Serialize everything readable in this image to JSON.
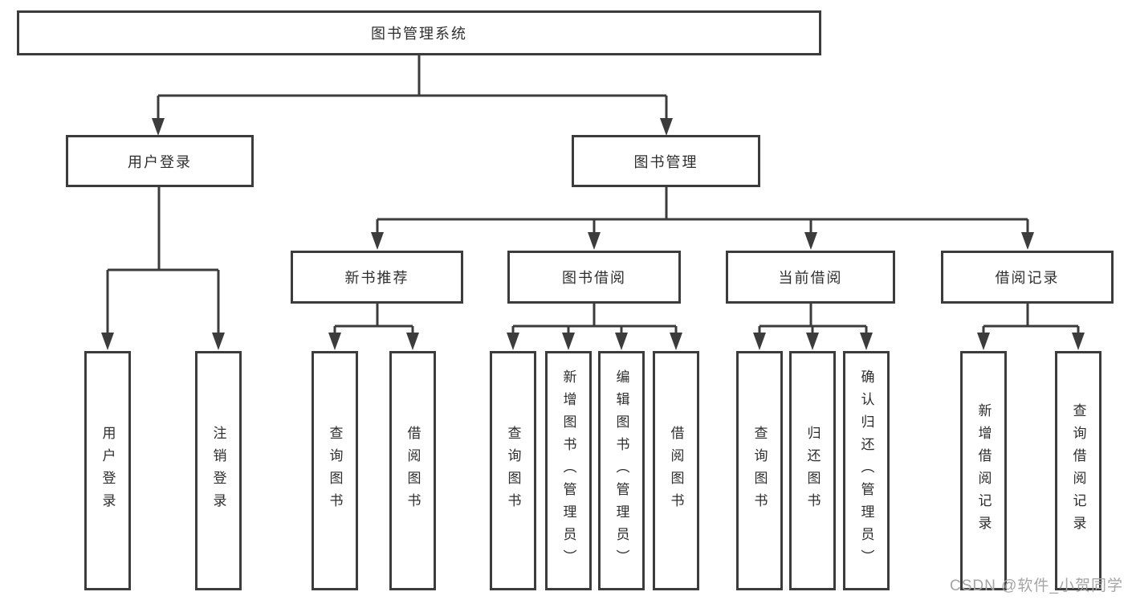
{
  "diagram": {
    "root_label": "图书管理系统",
    "level2": [
      {
        "label": "用户登录"
      },
      {
        "label": "图书管理"
      }
    ],
    "level3": [
      {
        "label": "新书推荐",
        "parent": "图书管理"
      },
      {
        "label": "图书借阅",
        "parent": "图书管理"
      },
      {
        "label": "当前借阅",
        "parent": "图书管理"
      },
      {
        "label": "借阅记录",
        "parent": "图书管理"
      }
    ],
    "leaves": [
      {
        "label": "用户登录",
        "parent": "用户登录"
      },
      {
        "label": "注销登录",
        "parent": "用户登录"
      },
      {
        "label": "查询图书",
        "parent": "新书推荐"
      },
      {
        "label": "借阅图书",
        "parent": "新书推荐"
      },
      {
        "label": "查询图书",
        "parent": "图书借阅"
      },
      {
        "label": "新增图书（管理员）",
        "parent": "图书借阅"
      },
      {
        "label": "编辑图书（管理员）",
        "parent": "图书借阅"
      },
      {
        "label": "借阅图书",
        "parent": "图书借阅"
      },
      {
        "label": "查询图书",
        "parent": "当前借阅"
      },
      {
        "label": "归还图书",
        "parent": "当前借阅"
      },
      {
        "label": "确认归还（管理员）",
        "parent": "当前借阅"
      },
      {
        "label": "新增借阅记录",
        "parent": "借阅记录"
      },
      {
        "label": "查询借阅记录",
        "parent": "借阅记录"
      }
    ],
    "watermark": "CSDN @软件_小贺同学",
    "colors": {
      "line": "#3c3c3c",
      "box_border": "#3c3c3c",
      "box_fill": "#ffffff",
      "text": "#2e2e2e",
      "watermark": "#a5a5a5",
      "background": "#ffffff"
    }
  }
}
